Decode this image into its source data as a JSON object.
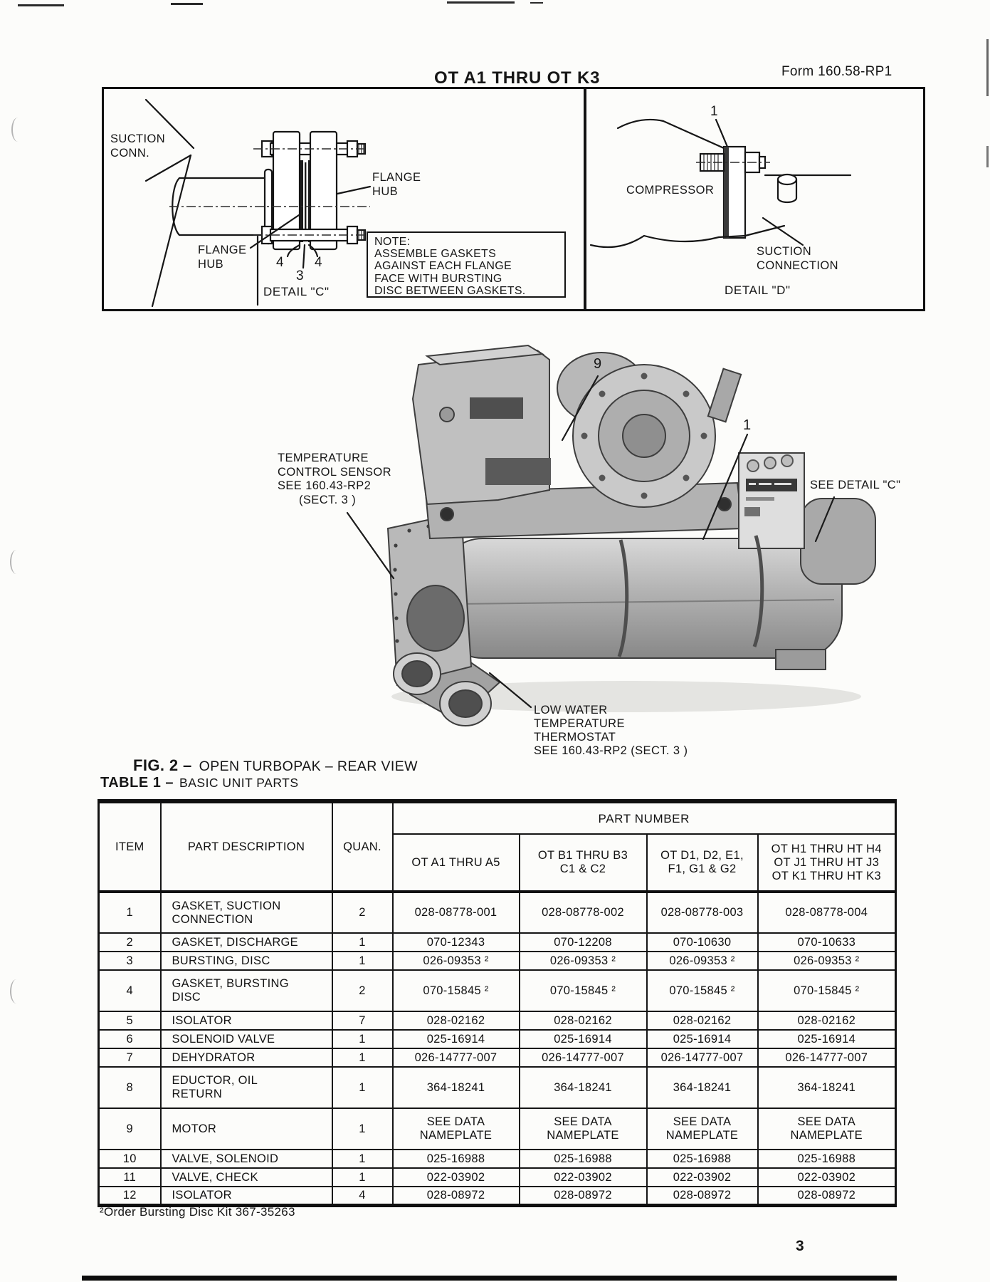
{
  "page": {
    "title": "OT A1 THRU OT K3",
    "form": "Form 160.58-RP1",
    "page_number": "3",
    "footnote": "²Order Bursting Disc Kit 367-35263"
  },
  "detail_c": {
    "suction_conn": [
      "SUCTION",
      "CONN."
    ],
    "flange_hub_upper": [
      "FLANGE",
      "HUB"
    ],
    "flange_hub_lower": [
      "FLANGE",
      "HUB"
    ],
    "callouts": {
      "gasket_left": "4",
      "disc": "3",
      "gasket_right": "4"
    },
    "note": [
      "NOTE:",
      "ASSEMBLE GASKETS",
      "AGAINST EACH FLANGE",
      "FACE WITH BURSTING",
      "DISC BETWEEN GASKETS."
    ],
    "caption": "DETAIL \"C\""
  },
  "detail_d": {
    "callout_1": "1",
    "compressor": "COMPRESSOR",
    "suction_connection": [
      "SUCTION",
      "CONNECTION"
    ],
    "caption": "DETAIL \"D\""
  },
  "figure": {
    "callout_9": "9",
    "callout_1": "1",
    "temp_sensor": [
      "TEMPERATURE",
      "CONTROL SENSOR",
      "SEE 160.43-RP2",
      "(SECT. 3 )"
    ],
    "see_detail_c": "SEE DETAIL \"C\"",
    "low_water": [
      "LOW WATER",
      "TEMPERATURE",
      "THERMOSTAT",
      "SEE 160.43-RP2 (SECT. 3 )"
    ],
    "caption_label": "FIG. 2 –",
    "caption_text": "OPEN TURBOPAK – REAR VIEW"
  },
  "table": {
    "title_label": "TABLE 1 –",
    "title_text": "BASIC UNIT PARTS",
    "headers": {
      "item": "ITEM",
      "description": "PART DESCRIPTION",
      "quan": "QUAN.",
      "part_number": "PART NUMBER",
      "col_a": "OT A1 THRU A5",
      "col_b": [
        "OT B1 THRU B3",
        "C1 & C2"
      ],
      "col_d": [
        "OT D1, D2, E1,",
        "F1, G1 & G2"
      ],
      "col_h": [
        "OT H1 THRU HT H4",
        "OT J1  THRU HT J3",
        "OT K1 THRU HT K3"
      ]
    },
    "rows": [
      {
        "item": "1",
        "desc": "GASKET, SUCTION\nCONNECTION",
        "quan": "2",
        "a": "028-08778-001",
        "b": "028-08778-002",
        "d": "028-08778-003",
        "h": "028-08778-004"
      },
      {
        "item": "2",
        "desc": "GASKET, DISCHARGE",
        "quan": "1",
        "a": "070-12343",
        "b": "070-12208",
        "d": "070-10630",
        "h": "070-10633"
      },
      {
        "item": "3",
        "desc": "BURSTING, DISC",
        "quan": "1",
        "a": "026-09353 ²",
        "b": "026-09353 ²",
        "d": "026-09353 ²",
        "h": "026-09353 ²"
      },
      {
        "item": "4",
        "desc": "GASKET, BURSTING\nDISC",
        "quan": "2",
        "a": "070-15845 ²",
        "b": "070-15845 ²",
        "d": "070-15845 ²",
        "h": "070-15845 ²"
      },
      {
        "item": "5",
        "desc": "ISOLATOR",
        "quan": "7",
        "a": "028-02162",
        "b": "028-02162",
        "d": "028-02162",
        "h": "028-02162"
      },
      {
        "item": "6",
        "desc": "SOLENOID VALVE",
        "quan": "1",
        "a": "025-16914",
        "b": "025-16914",
        "d": "025-16914",
        "h": "025-16914"
      },
      {
        "item": "7",
        "desc": "DEHYDRATOR",
        "quan": "1",
        "a": "026-14777-007",
        "b": "026-14777-007",
        "d": "026-14777-007",
        "h": "026-14777-007"
      },
      {
        "item": "8",
        "desc": "EDUCTOR, OIL\nRETURN",
        "quan": "1",
        "a": "364-18241",
        "b": "364-18241",
        "d": "364-18241",
        "h": "364-18241"
      },
      {
        "item": "9",
        "desc": "MOTOR",
        "quan": "1",
        "a": "SEE DATA\nNAMEPLATE",
        "b": "SEE DATA\nNAMEPLATE",
        "d": "SEE DATA\nNAMEPLATE",
        "h": "SEE DATA\nNAMEPLATE"
      },
      {
        "item": "10",
        "desc": "VALVE, SOLENOID",
        "quan": "1",
        "a": "025-16988",
        "b": "025-16988",
        "d": "025-16988",
        "h": "025-16988"
      },
      {
        "item": "11",
        "desc": "VALVE, CHECK",
        "quan": "1",
        "a": "022-03902",
        "b": "022-03902",
        "d": "022-03902",
        "h": "022-03902"
      },
      {
        "item": "12",
        "desc": "ISOLATOR",
        "quan": "4",
        "a": "028-08972",
        "b": "028-08972",
        "d": "028-08972",
        "h": "028-08972"
      }
    ]
  }
}
